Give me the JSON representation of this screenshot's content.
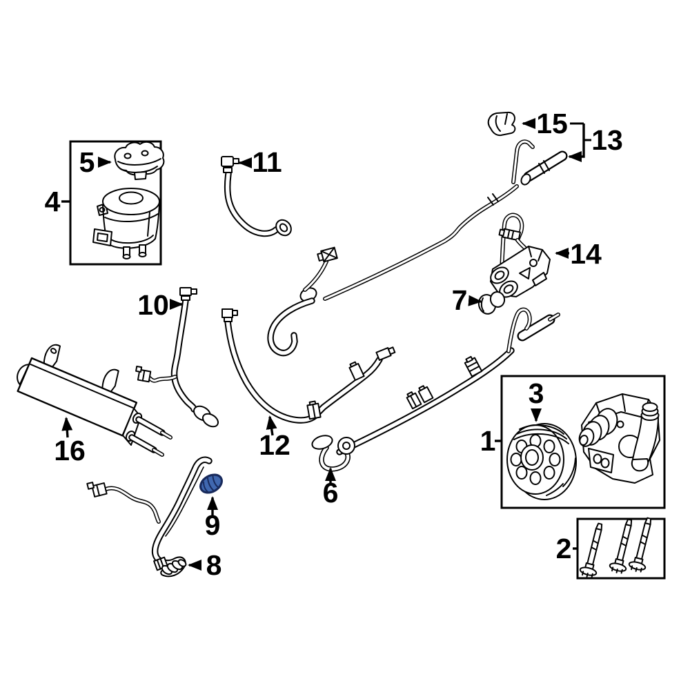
{
  "diagram": {
    "background_color": "#ffffff",
    "line_color": "#000000",
    "highlighted_part": {
      "callout": "9",
      "fill_color": "#4068b0",
      "stroke_color": "#182a5c"
    },
    "callouts": [
      {
        "label": "1"
      },
      {
        "label": "2"
      },
      {
        "label": "3"
      },
      {
        "label": "4"
      },
      {
        "label": "5"
      },
      {
        "label": "6"
      },
      {
        "label": "7"
      },
      {
        "label": "8"
      },
      {
        "label": "9"
      },
      {
        "label": "10"
      },
      {
        "label": "11"
      },
      {
        "label": "12"
      },
      {
        "label": "13"
      },
      {
        "label": "14"
      },
      {
        "label": "15"
      },
      {
        "label": "16"
      }
    ]
  }
}
